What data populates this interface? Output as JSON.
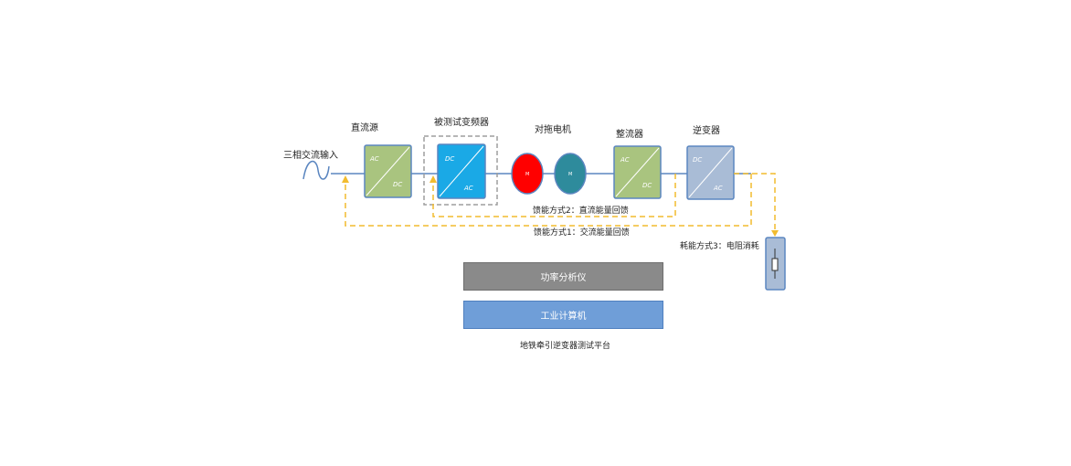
{
  "labels": {
    "input": "三相交流输入",
    "dc_source": "直流源",
    "dut_vfd": "被测试变频器",
    "motor_pair": "对拖电机",
    "rectifier": "整流器",
    "inverter": "逆变器",
    "feedback_dc": "馈能方式2：直流能量回馈",
    "feedback_ac": "馈能方式1：交流能量回馈",
    "dissipation": "耗能方式3：电阻消耗",
    "platform": "地铁牵引逆变器测试平台"
  },
  "boxes": {
    "dc_source": {
      "top": "AC",
      "bottom": "DC"
    },
    "dut_vfd": {
      "top": "DC",
      "bottom": "AC"
    },
    "rectifier": {
      "top": "AC",
      "bottom": "DC"
    },
    "inverter": {
      "top": "DC",
      "bottom": "AC"
    }
  },
  "motors": {
    "left": "M",
    "right": "M"
  },
  "bars": {
    "power_analyzer": "功率分析仪",
    "industrial_pc": "工业计算机"
  },
  "colors": {
    "green": "#a9c47f",
    "cyan": "#1aa9e6",
    "red": "#ff0000",
    "teal": "#2e8b9c",
    "steel": "#a9bcd6",
    "line": "#5b86c0",
    "dash": "#f2bc2f",
    "gray_bar": "#8a8a8a",
    "blue_bar": "#6f9ed8"
  }
}
